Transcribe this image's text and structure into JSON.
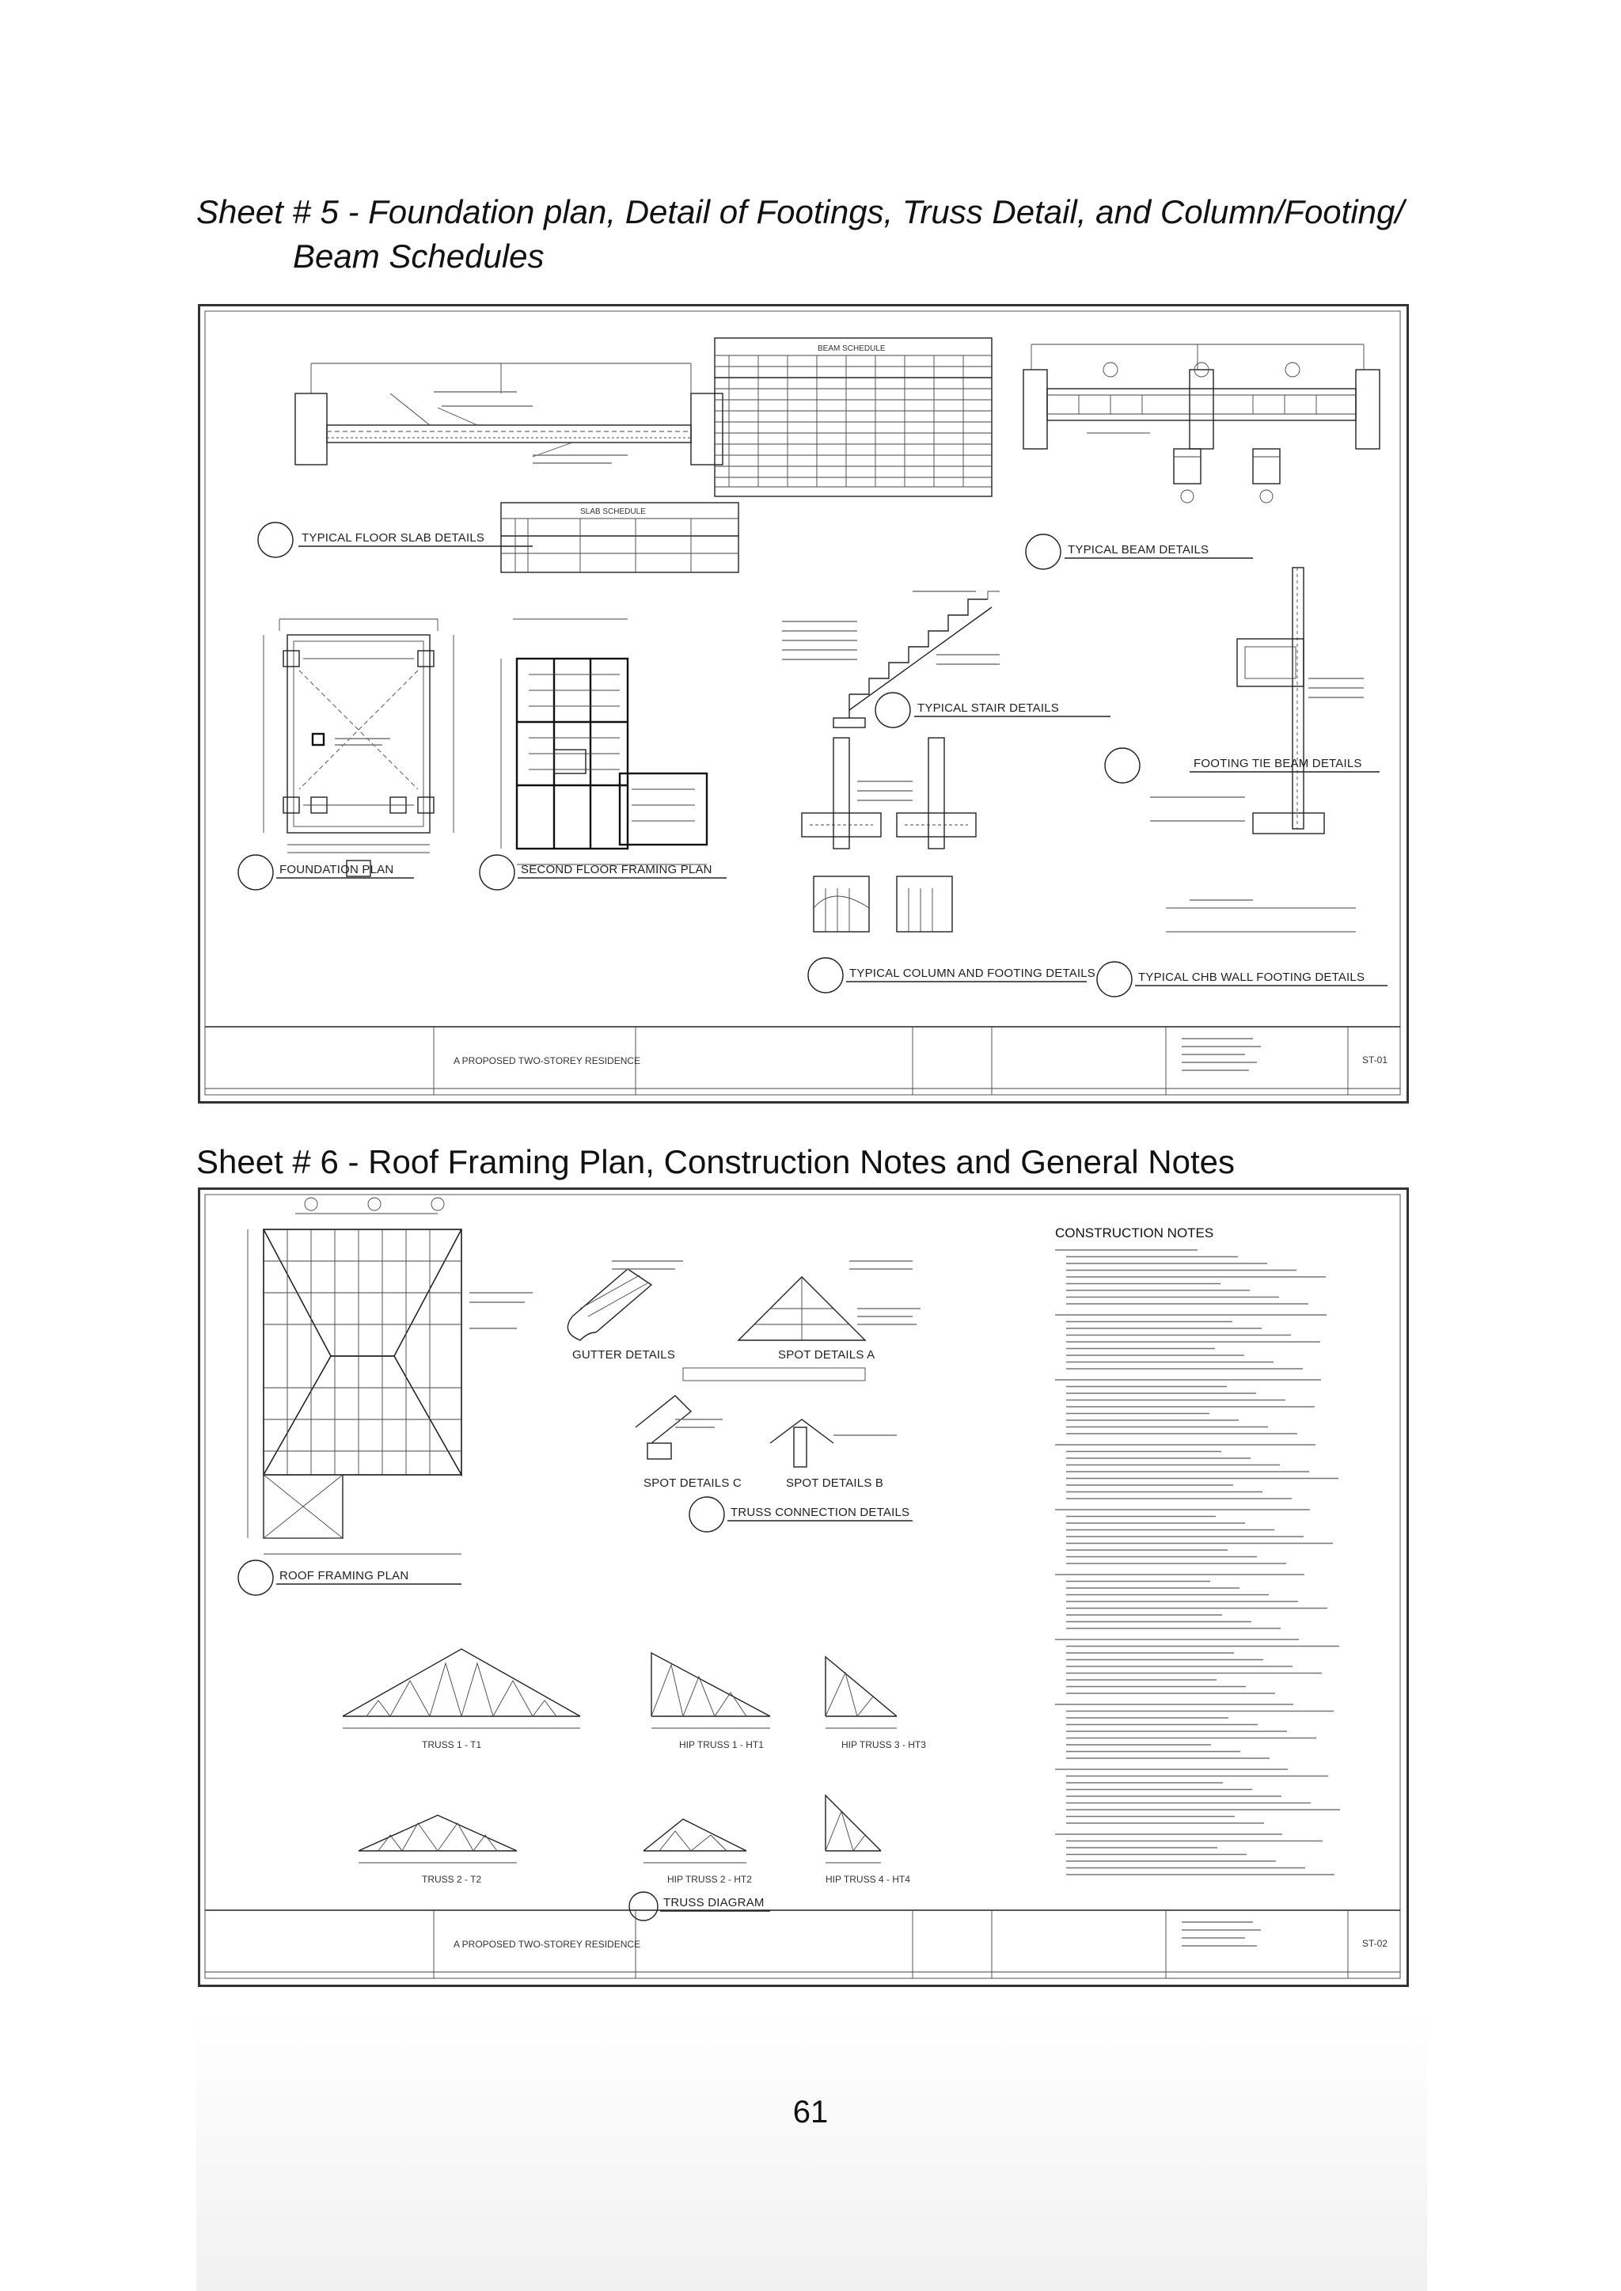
{
  "captions": {
    "sheet5_line1": "Sheet # 5 - Foundation plan, Detail of Footings, Truss Detail, and Column/Footing/",
    "sheet5_line2": "Beam Schedules",
    "sheet6": "Sheet # 6 - Roof Framing Plan, Construction Notes and General Notes"
  },
  "sheet5": {
    "beam_schedule": "BEAM SCHEDULE",
    "slab_schedule": "SLAB SCHEDULE",
    "typical_floor_slab_details": "TYPICAL FLOOR SLAB DETAILS",
    "typical_beam_details": "TYPICAL BEAM DETAILS",
    "typical_stair_details": "TYPICAL STAIR DETAILS",
    "footing_tie_beam_details": "FOOTING TIE BEAM DETAILS",
    "foundation_plan": "FOUNDATION PLAN",
    "second_floor_framing_plan": "SECOND FLOOR FRAMING PLAN",
    "typical_column_footing_details": "TYPICAL COLUMN AND FOOTING DETAILS",
    "typical_chb_wall_footing_details": "TYPICAL CHB WALL FOOTING DETAILS",
    "project_title": "A PROPOSED TWO-STOREY RESIDENCE",
    "sheet_no": "ST-01"
  },
  "sheet6": {
    "construction_notes": "CONSTRUCTION NOTES",
    "gutter_details": "GUTTER DETAILS",
    "spot_details_a": "SPOT DETAILS A",
    "spot_details_c": "SPOT DETAILS C",
    "spot_details_b": "SPOT DETAILS B",
    "truss_connection_details": "TRUSS CONNECTION DETAILS",
    "roof_framing_plan": "ROOF FRAMING PLAN",
    "truss_1": "TRUSS 1 - T1",
    "hip_truss_1": "HIP TRUSS 1 - HT1",
    "hip_truss_3": "HIP TRUSS 3 - HT3",
    "truss_2": "TRUSS 2 - T2",
    "hip_truss_2": "HIP TRUSS 2 - HT2",
    "hip_truss_4": "HIP TRUSS 4 - HT4",
    "truss_diagram": "TRUSS DIAGRAM",
    "project_title": "A PROPOSED TWO-STOREY RESIDENCE",
    "sheet_no": "ST-02"
  },
  "page_number": "61"
}
